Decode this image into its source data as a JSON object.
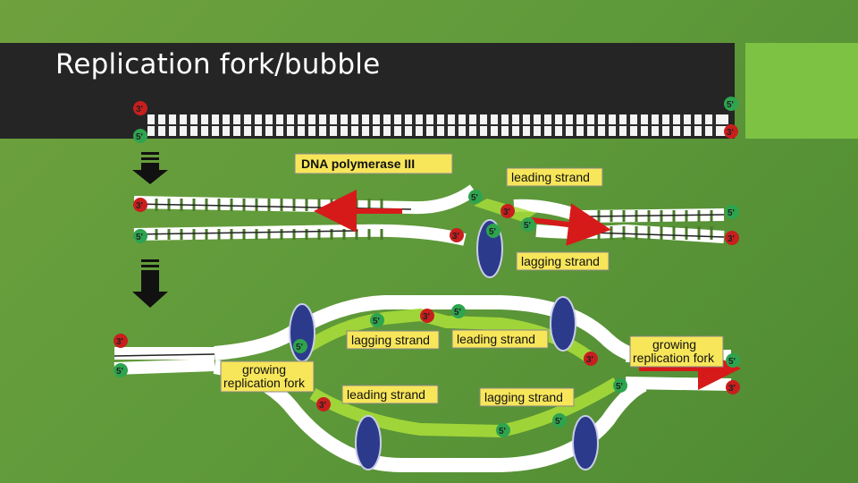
{
  "title": "Replication fork/bubble",
  "labels": {
    "dna_polymerase": "DNA polymerase III",
    "leading_strand": "leading strand",
    "lagging_strand": "lagging strand",
    "growing_fork": "growing replication fork",
    "growing_line1": "growing",
    "growing_line2": "replication fork"
  },
  "ends": {
    "three_prime": "3'",
    "five_prime": "5'"
  },
  "colors": {
    "three_prime_marker": "#c81e1e",
    "five_prime_marker": "#2ea44f",
    "arrow_red": "#d61a1a",
    "helicase_blue": "#2c3a8c",
    "strand_green": "#a7dc3a",
    "label_box": "#f7e65a"
  }
}
